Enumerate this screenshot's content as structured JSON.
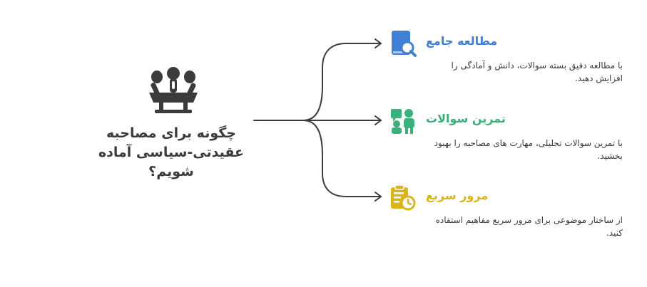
{
  "central": {
    "title": "چگونه برای مصاحبه عقیدتی-سیاسی آماده شویم؟",
    "icon": "interview-microphones-icon",
    "color": "#3b3b3b"
  },
  "branches": [
    {
      "title": "مطالعه جامع",
      "description": "با مطالعه دقیق بسته سوالات، دانش و آمادگی را افزایش دهید.",
      "icon": "book-search-icon",
      "color": "#3f7fd6"
    },
    {
      "title": "تمرین سوالات",
      "description": "با تمرین سوالات تحلیلی، مهارت های مصاحبه را بهبود بخشید.",
      "icon": "people-practice-icon",
      "color": "#3ab07a"
    },
    {
      "title": "مرور سریع",
      "description": "از ساختار موضوعی برای مرور سریع مفاهیم استفاده کنید.",
      "icon": "clipboard-clock-icon",
      "color": "#d9b519"
    }
  ],
  "connector_color": "#3b3b3b"
}
